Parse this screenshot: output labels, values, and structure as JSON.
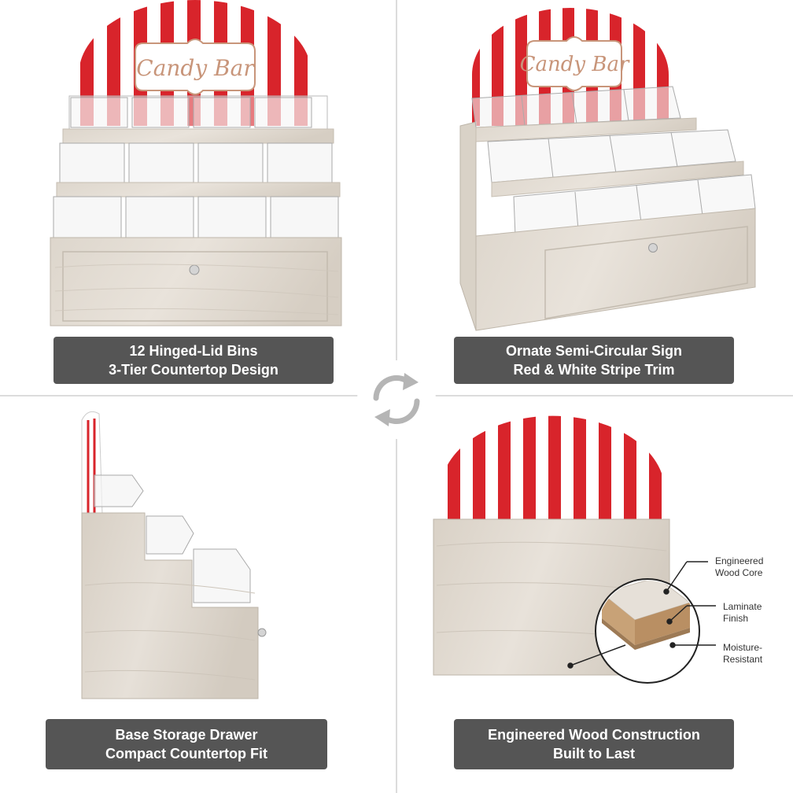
{
  "panels": [
    {
      "caption_line1": "12 Hinged-Lid Bins",
      "caption_line2": "3-Tier Countertop Design",
      "sign_text": "Candy Bar"
    },
    {
      "caption_line1": "Ornate Semi-Circular Sign",
      "caption_line2": "Red & White Stripe Trim",
      "sign_text": "Candy Bar"
    },
    {
      "caption_line1": "Base Storage Drawer",
      "caption_line2": "Compact Countertop Fit"
    },
    {
      "caption_line1": "Engineered Wood Construction",
      "caption_line2": "Built to Last"
    }
  ],
  "callouts": {
    "core": [
      "Engineered",
      "Wood Core"
    ],
    "finish": [
      "Laminate",
      "Finish"
    ],
    "moisture": [
      "Moisture-",
      "Resistant"
    ]
  },
  "colors": {
    "stripe_red": "#d8242b",
    "wood": "#e2dcd4",
    "wood_dark": "#cfc7bc",
    "caption_bg": "#555555",
    "sign_text": "#c8957a",
    "icon": "#b5b5b5"
  },
  "icons": {
    "center": "refresh-cycle-icon"
  }
}
